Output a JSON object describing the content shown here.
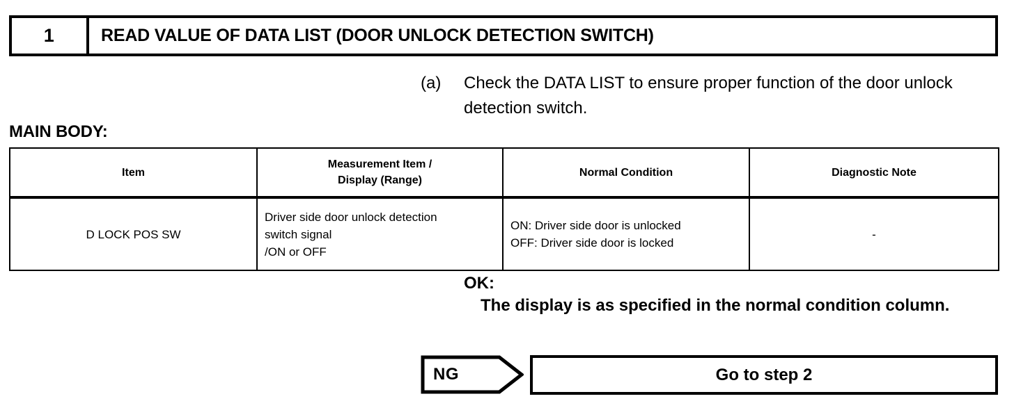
{
  "step": {
    "number": "1",
    "title": "READ VALUE OF DATA LIST (DOOR UNLOCK DETECTION SWITCH)"
  },
  "instruction": {
    "marker": "(a)",
    "text": "Check the DATA LIST to ensure proper function of the door unlock detection switch."
  },
  "main_body": {
    "label": "MAIN BODY:",
    "table": {
      "headers": [
        "Item",
        "Measurement Item / Display (Range)",
        "Normal Condition",
        "Diagnostic Note"
      ],
      "header_lines": {
        "measurement_line1": "Measurement Item /",
        "measurement_line2": "Display (Range)"
      },
      "rows": [
        {
          "item": "D LOCK POS SW",
          "measurement_lines": [
            "Driver side door unlock detection",
            "switch signal",
            "/ON or OFF"
          ],
          "normal_condition_lines": [
            "ON: Driver side door is unlocked",
            "OFF: Driver side door is locked"
          ],
          "diagnostic_note": "-"
        }
      ]
    }
  },
  "result_ok": {
    "label": "OK:",
    "text": "The display is as specified in the normal condition column."
  },
  "result_ng": {
    "label": "NG",
    "action": "Go to step 2"
  },
  "colors": {
    "ink": "#000000",
    "page": "#ffffff"
  }
}
